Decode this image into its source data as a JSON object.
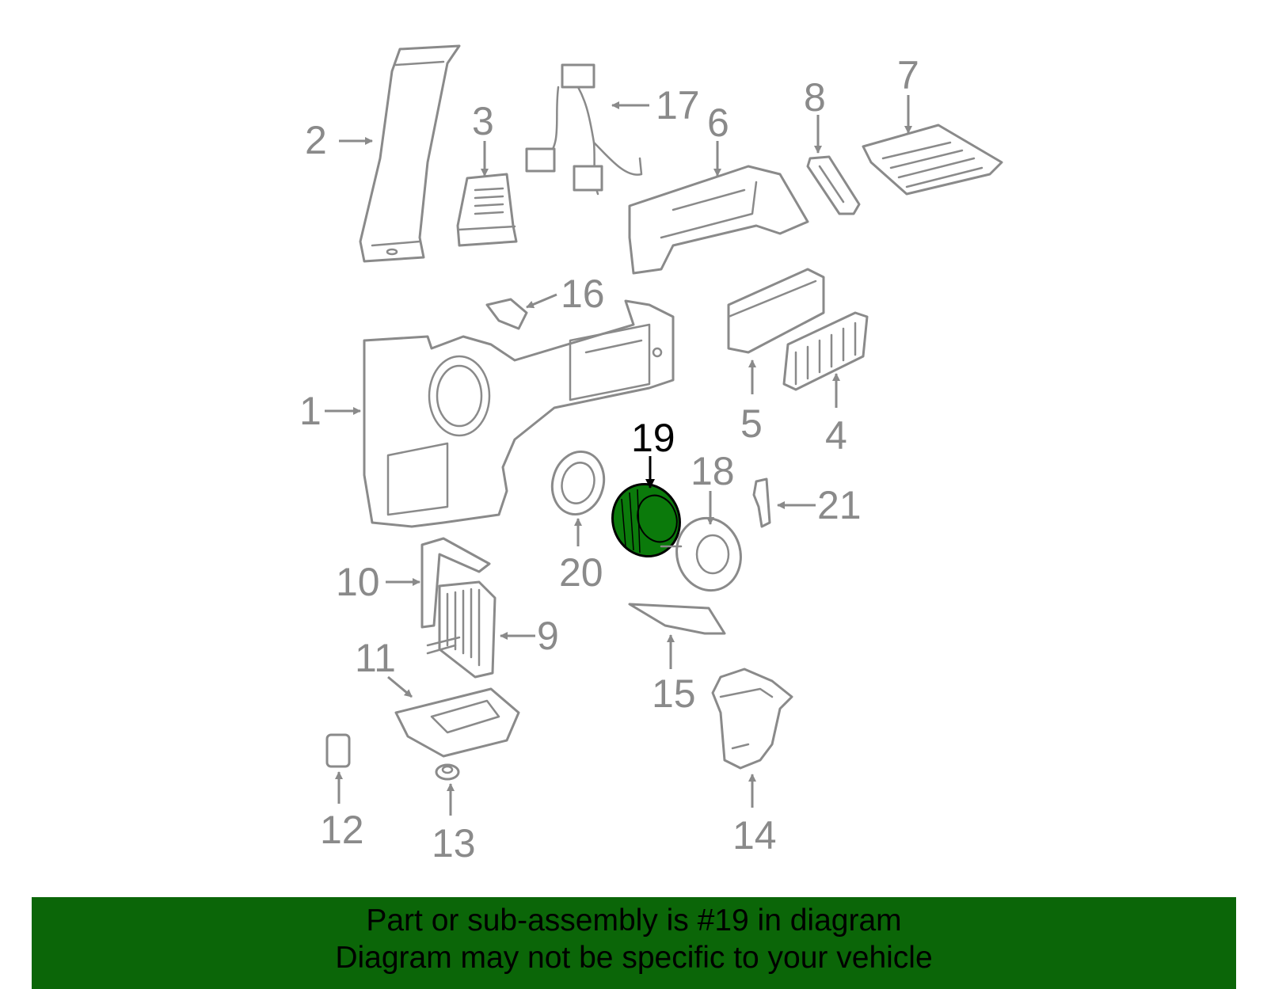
{
  "colors": {
    "banner_background": "#0b6608",
    "highlight_part": "#0b7a0b",
    "line_art": "#8a8a8a"
  },
  "highlighted_part": "19",
  "labels": {
    "p1": "1",
    "p2": "2",
    "p3": "3",
    "p4": "4",
    "p5": "5",
    "p6": "6",
    "p7": "7",
    "p8": "8",
    "p9": "9",
    "p10": "10",
    "p11": "11",
    "p12": "12",
    "p13": "13",
    "p14": "14",
    "p15": "15",
    "p16": "16",
    "p17": "17",
    "p18": "18",
    "p19": "19",
    "p20": "20",
    "p21": "21"
  },
  "footer": {
    "line1": "Part or sub-assembly is #19 in diagram",
    "line2": "Diagram may not be specific to your vehicle"
  }
}
